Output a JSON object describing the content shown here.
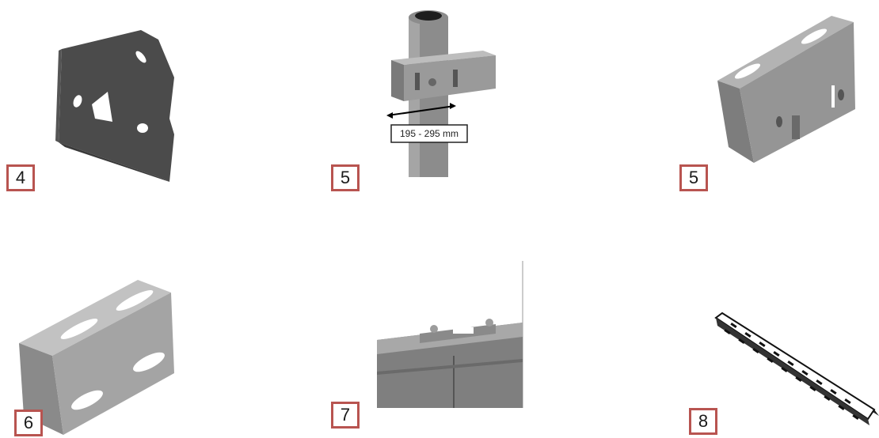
{
  "colors": {
    "badge_border": "#b85450",
    "metal_dark": "#6d6d6d",
    "metal_light": "#a9a9a9"
  },
  "parts": [
    {
      "number": "4",
      "icon": "plate-bracket-icon"
    },
    {
      "number": "5",
      "icon": "pole-clamp-icon",
      "dimension": "195 - 295 mm"
    },
    {
      "number": "5",
      "icon": "angle-bracket-slotted-icon"
    },
    {
      "number": "6",
      "icon": "angle-bracket-icon"
    },
    {
      "number": "7",
      "icon": "rail-connector-icon"
    },
    {
      "number": "8",
      "icon": "perforated-rail-icon"
    }
  ]
}
